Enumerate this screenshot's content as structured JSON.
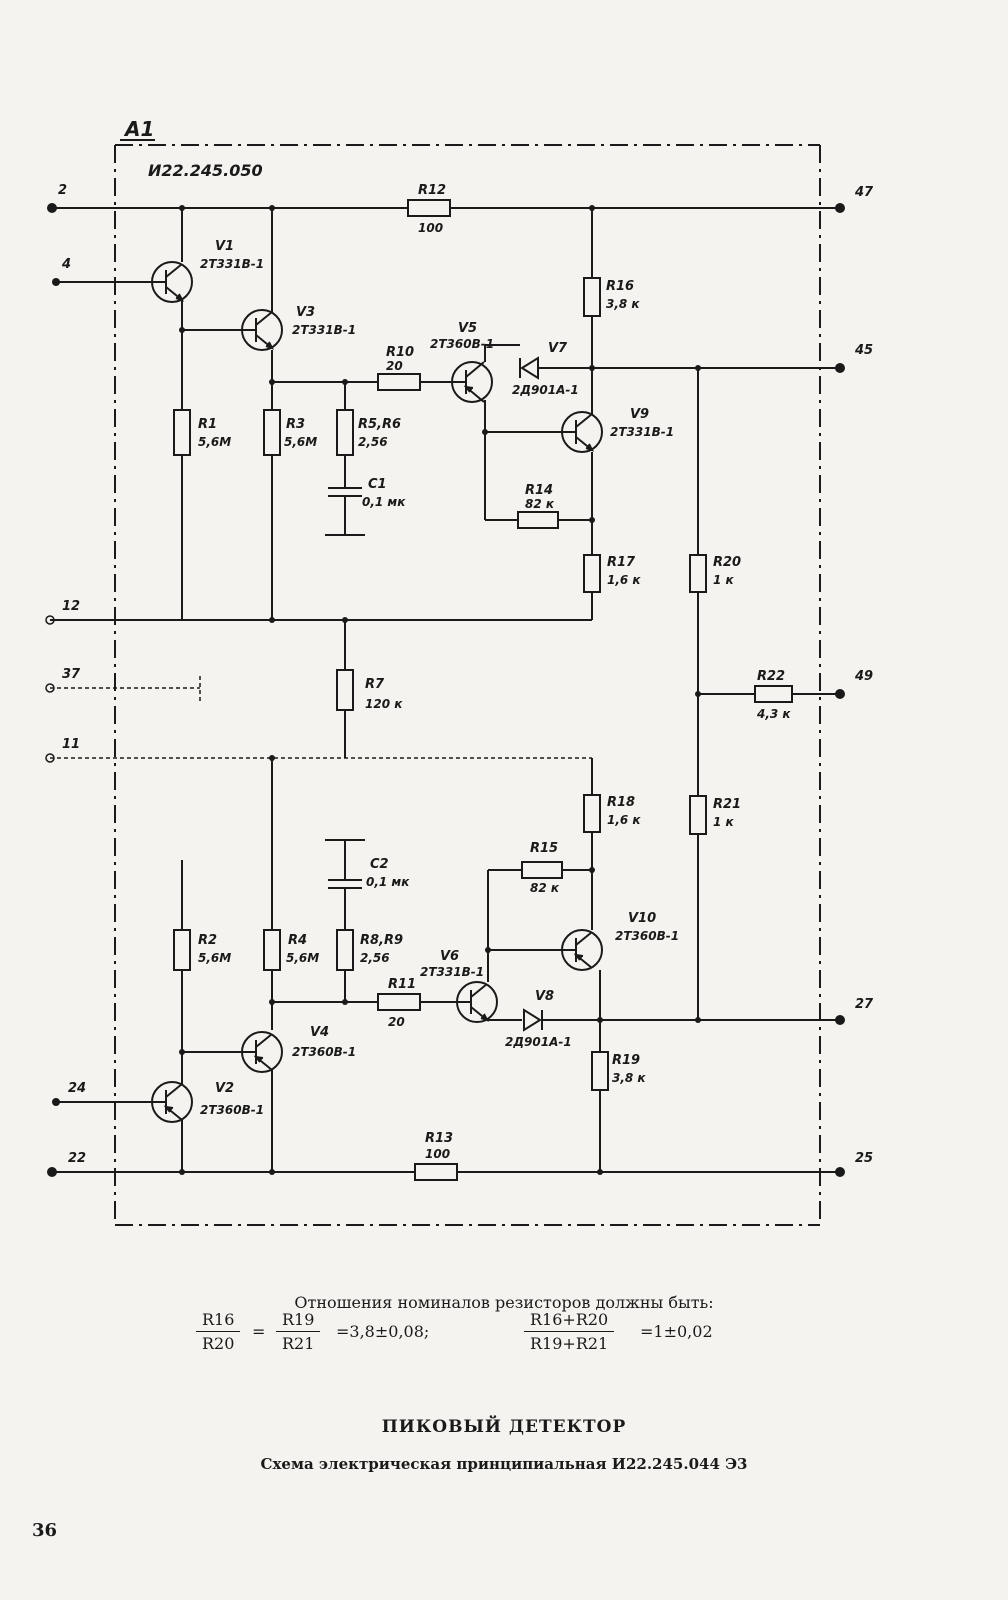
{
  "block": {
    "label": "A1",
    "code": "И22.245.050"
  },
  "pins": {
    "p2": "2",
    "p4": "4",
    "p47": "47",
    "p45": "45",
    "p12": "12",
    "p37": "37",
    "p11": "11",
    "p49": "49",
    "p24": "24",
    "p22": "22",
    "p27": "27",
    "p25": "25"
  },
  "components": {
    "V1": {
      "ref": "V1",
      "type": "2T331B-1"
    },
    "V2": {
      "ref": "V2",
      "type": "2T360B-1"
    },
    "V3": {
      "ref": "V3",
      "type": "2T331B-1"
    },
    "V4": {
      "ref": "V4",
      "type": "2T360B-1"
    },
    "V5": {
      "ref": "V5",
      "type": "2T360B-1"
    },
    "V6": {
      "ref": "V6",
      "type": "2T331B-1"
    },
    "V7": {
      "ref": "V7",
      "type": "2Д901А-1"
    },
    "V8": {
      "ref": "V8",
      "type": "2Д901А-1"
    },
    "V9": {
      "ref": "V9",
      "type": "2T331B-1"
    },
    "V10": {
      "ref": "V10",
      "type": "2T360B-1"
    },
    "R1": {
      "ref": "R1",
      "value": "5,6М"
    },
    "R2": {
      "ref": "R2",
      "value": "5,6М"
    },
    "R3": {
      "ref": "R3",
      "value": "5,6М"
    },
    "R4": {
      "ref": "R4",
      "value": "5,6М"
    },
    "R56": {
      "ref": "R5,R6",
      "value": "2,56"
    },
    "R89": {
      "ref": "R8,R9",
      "value": "2,56"
    },
    "R7": {
      "ref": "R7",
      "value": "120 к"
    },
    "R10": {
      "ref": "R10",
      "value": "20"
    },
    "R11": {
      "ref": "R11",
      "value": "20"
    },
    "R12": {
      "ref": "R12",
      "value": "100"
    },
    "R13": {
      "ref": "R13",
      "value": "100"
    },
    "R14": {
      "ref": "R14",
      "value": "82 к"
    },
    "R15": {
      "ref": "R15",
      "value": "82 к"
    },
    "R16": {
      "ref": "R16",
      "value": "3,8 к"
    },
    "R17": {
      "ref": "R17",
      "value": "1,6 к"
    },
    "R18": {
      "ref": "R18",
      "value": "1,6 к"
    },
    "R19": {
      "ref": "R19",
      "value": "3,8 к"
    },
    "R20": {
      "ref": "R20",
      "value": "1 к"
    },
    "R21": {
      "ref": "R21",
      "value": "1 к"
    },
    "R22": {
      "ref": "R22",
      "value": "4,3 к"
    },
    "C1": {
      "ref": "C1",
      "value": "0,1 мк"
    },
    "C2": {
      "ref": "C2",
      "value": "0,1 мк"
    }
  },
  "ratio_note": "Отношения номиналов резисторов должны быть:",
  "ratio1": {
    "n1": "R16",
    "d1": "R20",
    "eq": "=",
    "n2": "R19",
    "d2": "R21",
    "result": "=3,8±0,08;"
  },
  "ratio2": {
    "n": "R16+R20",
    "d": "R19+R21",
    "result": "=1±0,02"
  },
  "title": "ПИКОВЫЙ ДЕТЕКТОР",
  "subtitle": "Схема электрическая принципиальная И22.245.044 Э3",
  "page_number": "36"
}
